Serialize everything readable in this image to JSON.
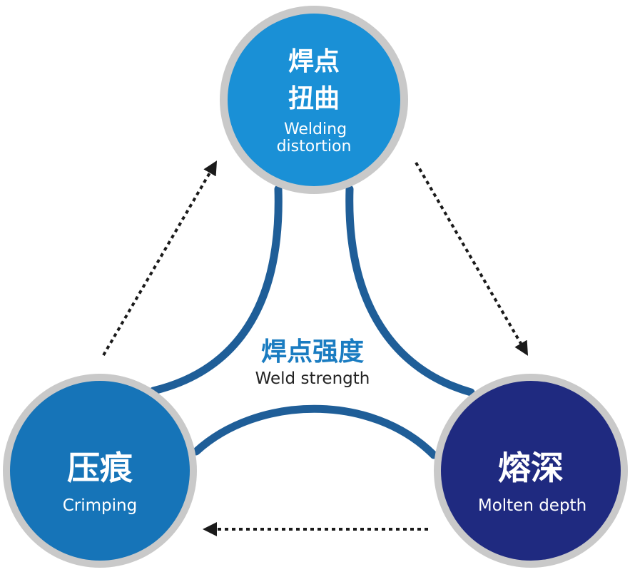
{
  "center": {
    "title_cn": "焊点强度",
    "title_en": "Weld strength"
  },
  "nodes": {
    "top": {
      "label_cn_line1": "焊点",
      "label_cn_line2": "扭曲",
      "label_en_line1": "Welding",
      "label_en_line2": "distortion"
    },
    "left": {
      "label_cn": "压痕",
      "label_en": "Crimping"
    },
    "right": {
      "label_cn": "熔深",
      "label_en": "Molten depth"
    }
  },
  "colors": {
    "top_fill": "#1a90d6",
    "left_fill": "#1674b8",
    "right_fill": "#1f2a80",
    "ring": "#c9c9c9",
    "connector": "#1f5e98",
    "center_title": "#1a7cc1",
    "arrow": "#1a1a1a"
  },
  "icons": [
    "dotted-arrow-left-to-top",
    "dotted-arrow-top-to-right",
    "dotted-arrow-right-to-left"
  ]
}
